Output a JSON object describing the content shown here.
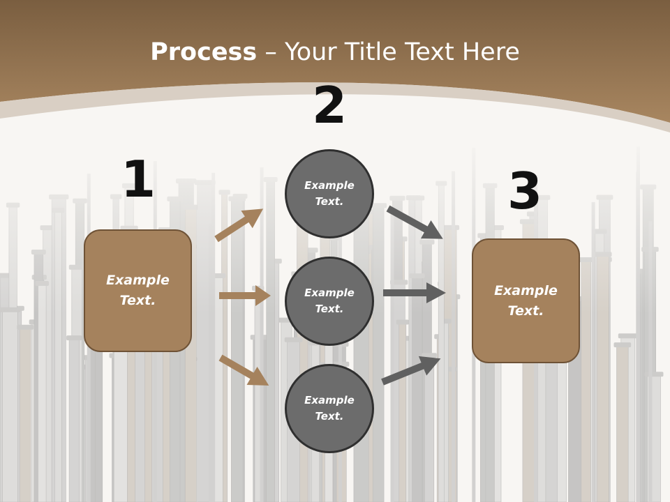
{
  "title": {
    "bold": "Process",
    "rest": " – Your Title Text Here"
  },
  "steps": [
    {
      "number": "1",
      "text": "Example Text."
    },
    {
      "number": "2",
      "text": "Example Text."
    },
    {
      "number": "3",
      "text": "Example Text."
    }
  ],
  "circles": [
    {
      "text": "Example Text."
    },
    {
      "text": "Example Text."
    },
    {
      "text": "Example Text."
    }
  ],
  "colors": {
    "header": "#a07c56",
    "box": "#a5825d",
    "circle": "#6c6c6c",
    "arrow_brown": "#a5825d",
    "arrow_gray": "#606060"
  }
}
